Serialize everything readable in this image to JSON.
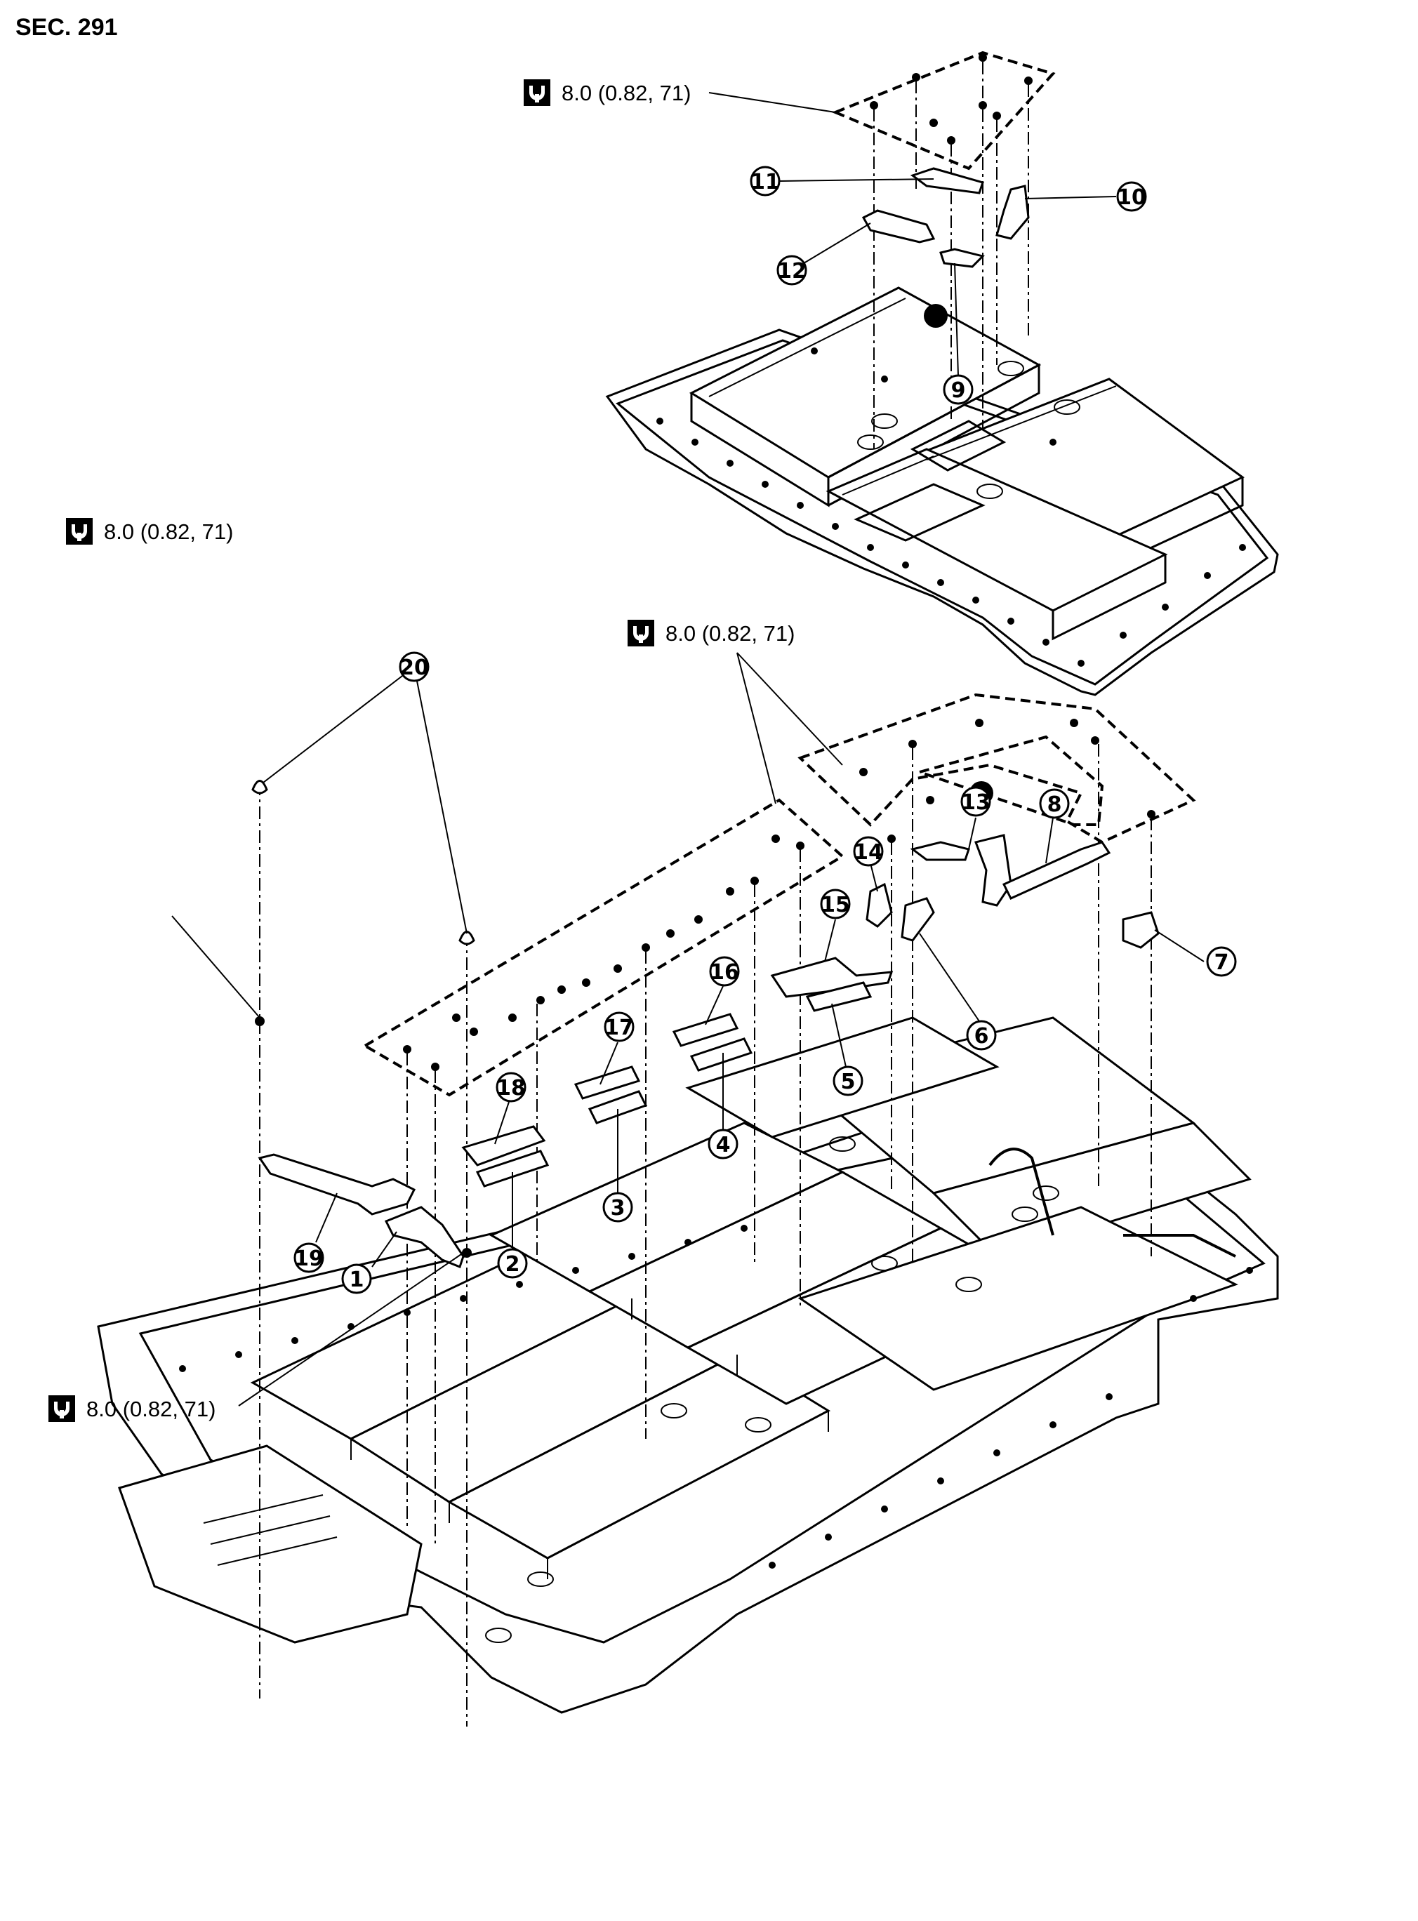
{
  "section_label": "SEC. 291",
  "torque_spec": "8.0 (0.82, 71)",
  "torque_icon": "torque-wrench-icon",
  "callouts": [
    "1",
    "2",
    "3",
    "4",
    "5",
    "6",
    "7",
    "8",
    "9",
    "10",
    "11",
    "12",
    "13",
    "14",
    "15",
    "16",
    "17",
    "18",
    "19",
    "20"
  ],
  "legend": {
    "filled_dot_meaning": ""
  }
}
